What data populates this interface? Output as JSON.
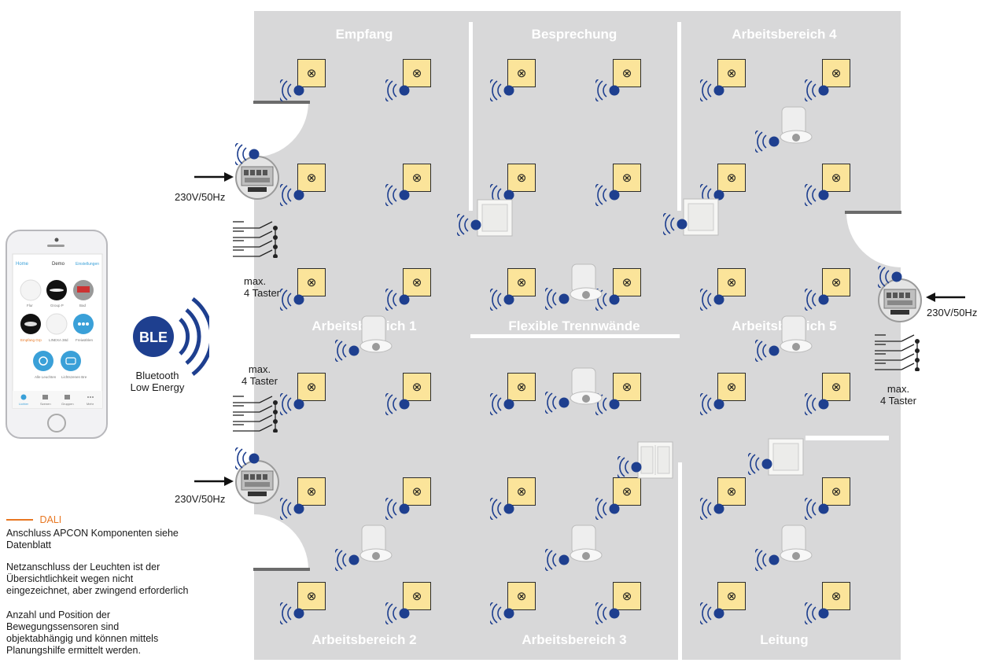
{
  "rooms": {
    "empfang": "Empfang",
    "besprechung": "Besprechung",
    "arbeitsbereich4": "Arbeitsbereich 4",
    "arbeitsbereich1": "Arbeitsbereich 1",
    "flexible": "Flexible Trennwände",
    "arbeitsbereich5": "Arbeitsbereich 5",
    "arbeitsbereich2": "Arbeitsbereich 2",
    "arbeitsbereich3": "Arbeitsbereich 3",
    "leitung": "Leitung"
  },
  "lamp_symbol": "⊗",
  "power": {
    "left_top": "230V/50Hz",
    "left_bottom": "230V/50Hz",
    "right": "230V/50Hz"
  },
  "taster": {
    "left_top": [
      "max.",
      "4 Taster"
    ],
    "left_bottom": [
      "max.",
      "4 Taster"
    ],
    "right": [
      "max.",
      "4 Taster"
    ]
  },
  "ble": {
    "badge": "BLE",
    "caption_line1": "Bluetooth",
    "caption_line2": "Low Energy"
  },
  "legend": {
    "dali_label": "DALI",
    "dali_color": "#e87722",
    "note1": "Anschluss APCON Komponenten siehe Datenblatt",
    "note2": "Netzanschluss der Leuchten ist der Übersichtlichkeit wegen nicht eingezeichnet, aber zwingend erforderlich",
    "note3": "Anzahl und Position der Bewegungssensoren sind objektabhängig und können mittels Planungshilfe ermittelt werden."
  },
  "phone": {
    "header_left": "Home",
    "header_title": "Demo",
    "header_right": "Einstellungen",
    "devices": [
      "Flur",
      "Group P",
      "Bad",
      "Empfang Grp",
      "LINEXA 38d",
      "Freiwählen",
      "Alle Leuchten",
      "Lichtszenen Bre"
    ],
    "tabs": [
      "Lichter",
      "Szenen",
      "Gruppen",
      "Mehr"
    ]
  },
  "colors": {
    "floor": "#d8d8d9",
    "lamp_fill": "#fbe49a",
    "radio_dot": "#1e3f8f",
    "ble_blue": "#1e3f8f"
  }
}
